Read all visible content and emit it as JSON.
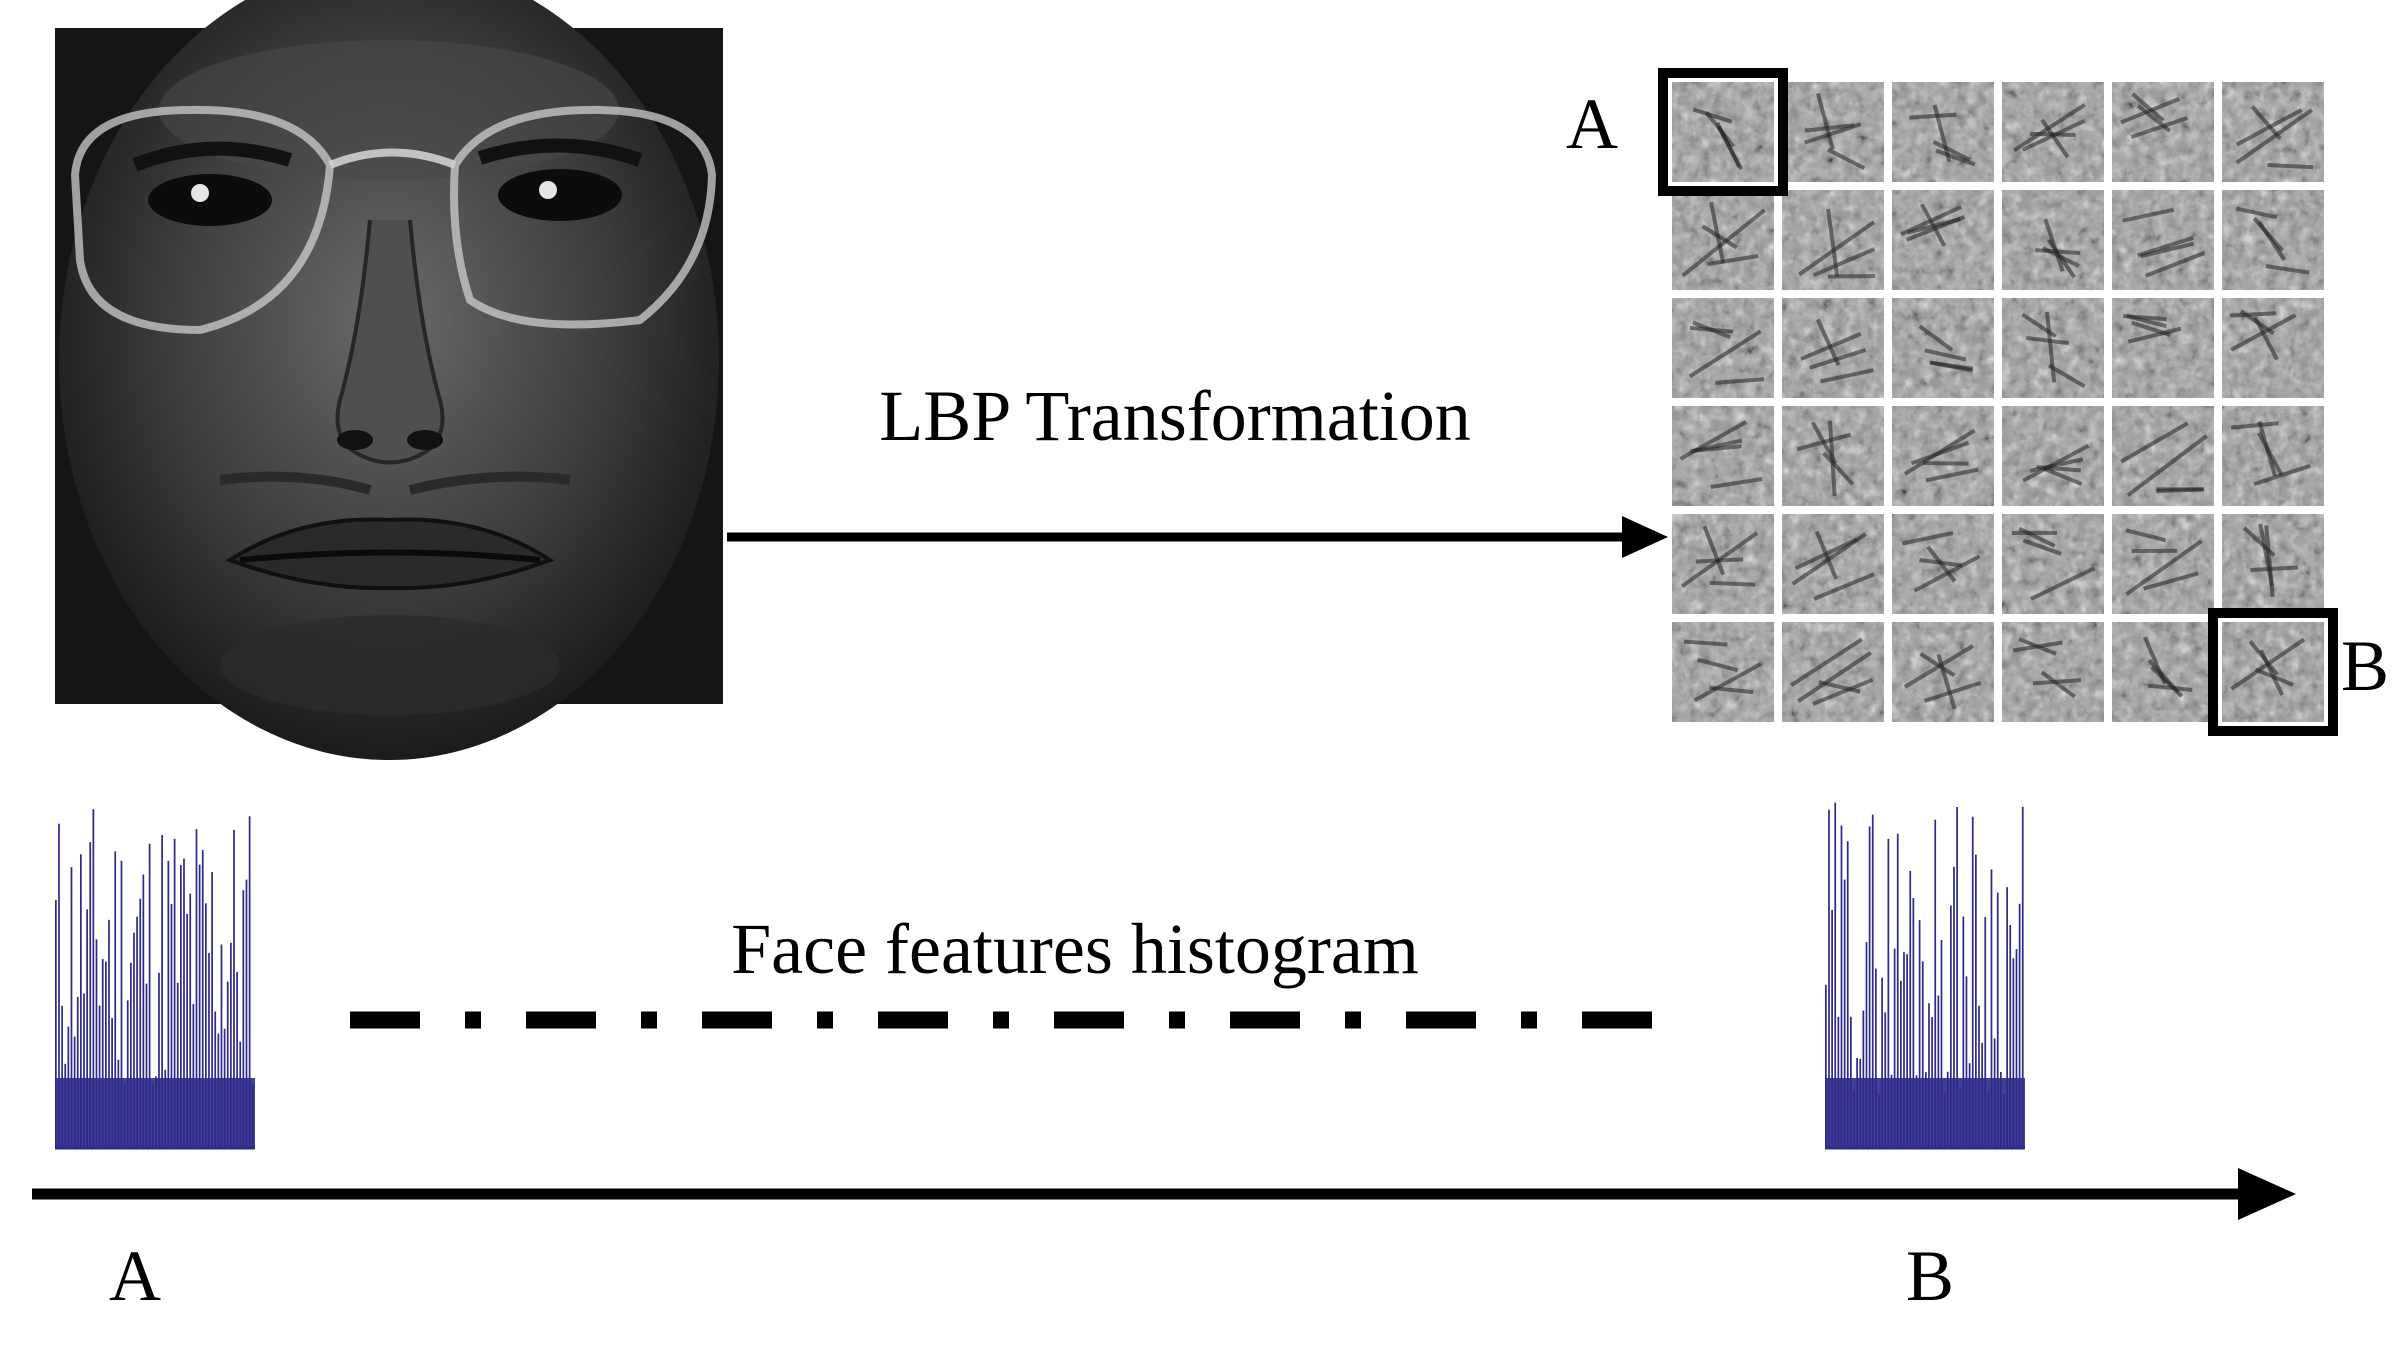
{
  "labels": {
    "lbp_transformation": "LBP Transformation",
    "face_features_histogram": "Face features histogram",
    "region_a": "A",
    "region_b": "B",
    "axis_a": "A",
    "axis_b": "B"
  },
  "lbp_grid": {
    "rows": 6,
    "cols": 6,
    "highlighted_cells": [
      {
        "label": "A",
        "row": 0,
        "col": 0
      },
      {
        "label": "B",
        "row": 5,
        "col": 5
      }
    ]
  },
  "histograms": [
    {
      "label": "A"
    },
    {
      "label": "B"
    }
  ],
  "colors": {
    "histogram_bar": "#2e2a8a",
    "ink": "#000000",
    "face_dark": "#1a1a1a"
  }
}
